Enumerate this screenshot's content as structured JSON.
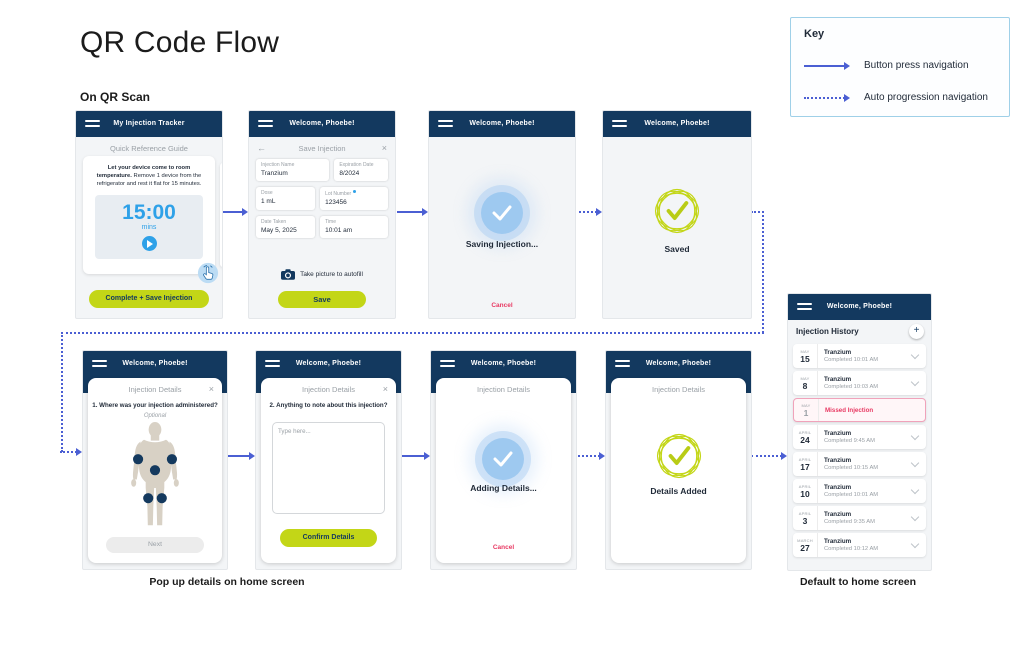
{
  "page": {
    "title": "QR Code Flow",
    "section_label": "On QR Scan",
    "caption_popup": "Pop up details on home screen",
    "caption_home": "Default to home screen"
  },
  "key": {
    "title": "Key",
    "solid_label": "Button press navigation",
    "dotted_label": "Auto progression navigation"
  },
  "glyphs": {
    "back": "←",
    "close": "×"
  },
  "tracker": {
    "header": "My Injection Tracker",
    "subtitle": "Quick Reference Guide",
    "instruction_bold": "Let your device come to room temperature.",
    "instruction_rest": "Remove 1 device from the refrigerator and rest it flat for 15 minutes.",
    "timer": "15:00",
    "timer_unit": "mins",
    "button": "Complete + Save Injection"
  },
  "save_form": {
    "header": "Welcome, Phoebe!",
    "title": "Save Injection",
    "fields": [
      {
        "label": "Injection Name",
        "value": "Tranzium"
      },
      {
        "label": "Expiration Date",
        "value": "8/2024"
      },
      {
        "label": "Dose",
        "value": "1 mL"
      },
      {
        "label": "Lot Number",
        "value": "123456"
      },
      {
        "label": "Date Taken",
        "value": "May 5, 2025"
      },
      {
        "label": "Time",
        "value": "10:01 am"
      }
    ],
    "autofill": "Take picture to autofill",
    "button": "Save"
  },
  "saving": {
    "header": "Welcome, Phoebe!",
    "status": "Saving Injection...",
    "cancel": "Cancel"
  },
  "saved": {
    "header": "Welcome, Phoebe!",
    "status": "Saved"
  },
  "q1": {
    "header": "Welcome, Phoebe!",
    "title": "Injection Details",
    "question": "1. Where was your injection administered?",
    "optional": "Optional",
    "button": "Next"
  },
  "q2": {
    "header": "Welcome, Phoebe!",
    "title": "Injection Details",
    "question": "2. Anything to note about this injection?",
    "placeholder": "Type here...",
    "button": "Confirm Details"
  },
  "adding": {
    "header": "Welcome, Phoebe!",
    "title": "Injection Details",
    "status": "Adding Details...",
    "cancel": "Cancel"
  },
  "added": {
    "header": "Welcome, Phoebe!",
    "title": "Injection Details",
    "status": "Details Added"
  },
  "home": {
    "header": "Welcome, Phoebe!",
    "title": "Injection History",
    "add_label": "+",
    "rows": [
      {
        "month": "MAY",
        "day": "15",
        "name": "Tranzium",
        "status": "Completed 10:01 AM"
      },
      {
        "month": "MAY",
        "day": "8",
        "name": "Tranzium",
        "status": "Completed 10:03 AM"
      },
      {
        "month": "MAY",
        "day": "1",
        "name": "Missed Injection"
      },
      {
        "month": "APRIL",
        "day": "24",
        "name": "Tranzium",
        "status": "Completed 9:45 AM"
      },
      {
        "month": "APRIL",
        "day": "17",
        "name": "Tranzium",
        "status": "Completed 10:15 AM"
      },
      {
        "month": "APRIL",
        "day": "10",
        "name": "Tranzium",
        "status": "Completed 10:01 AM"
      },
      {
        "month": "APRIL",
        "day": "3",
        "name": "Tranzium",
        "status": "Completed 9:35 AM"
      },
      {
        "month": "MARCH",
        "day": "27",
        "name": "Tranzium",
        "status": "Completed 10:12 AM"
      }
    ]
  },
  "colors": {
    "navy_header": "#13395F",
    "accent_yellow_green": "#C3D617",
    "arrow_blue": "#4B5FD3",
    "timer_blue": "#2EA1E8",
    "cancel_pink": "#E83A63",
    "silhouette_tan": "#D8D1C5",
    "phone_bg": "#F3F5F7"
  }
}
